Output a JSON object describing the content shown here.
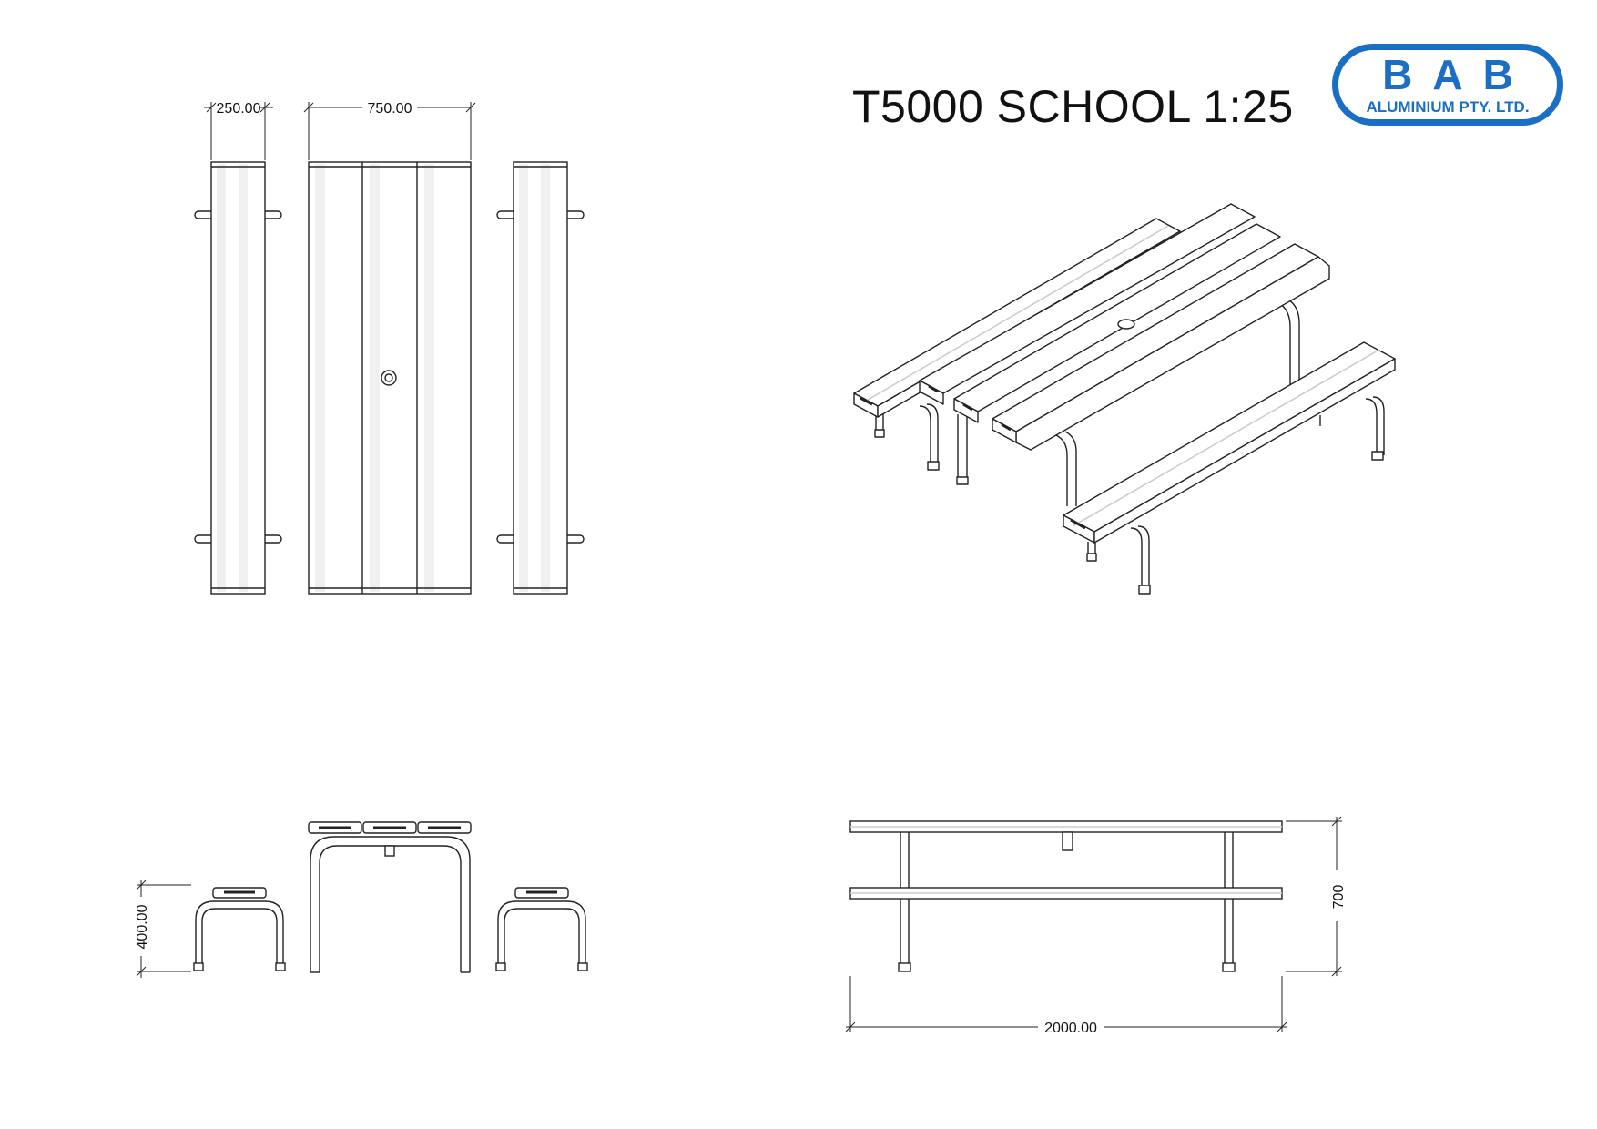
{
  "title": "T5000 SCHOOL 1:25",
  "logo": {
    "mark": "BAB",
    "subtitle": "ALUMINIUM PTY. LTD.",
    "color": "#1a6fc4"
  },
  "dimensions": {
    "bench_width": "250.00",
    "table_width": "750.00",
    "seat_height": "400.00",
    "overall_height": "700",
    "overall_length": "2000.00"
  },
  "views": [
    "top-view",
    "end-view",
    "isometric-view",
    "side-elevation"
  ]
}
